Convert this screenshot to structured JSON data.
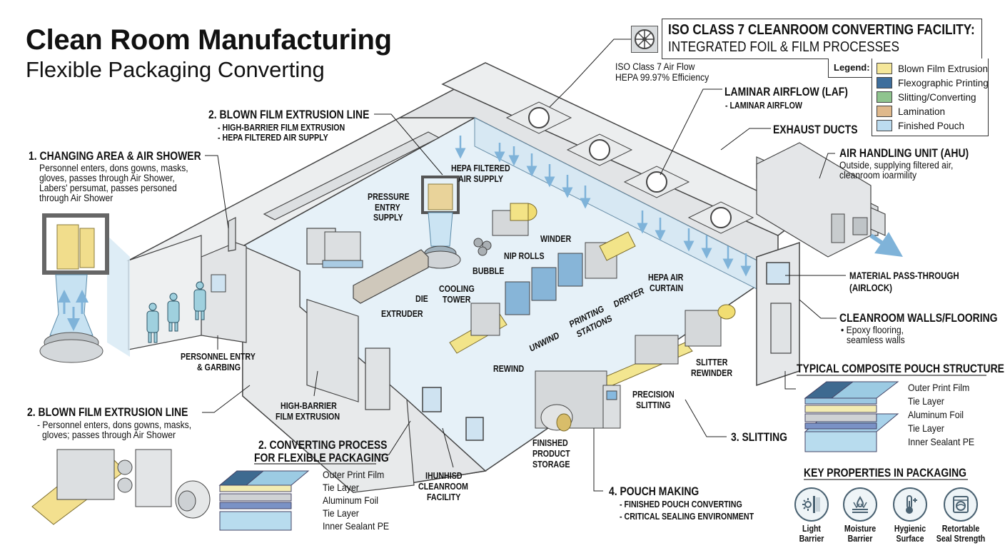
{
  "header": {
    "title": "Clean Room Manufacturing",
    "subtitle": "Flexible Packaging Converting",
    "facility_title_line1": "ISO CLASS 7 CLEANROOM CONVERTING FACILITY:",
    "facility_title_line2": "INTEGRATED FOIL & FILM PROCESSES",
    "facility_icon": "fan-icon"
  },
  "legend": {
    "label": "Legend:",
    "items": [
      {
        "label": "Blown Film Extrusion",
        "color": "#f5e79a"
      },
      {
        "label": "Flexographic Printing",
        "color": "#3e6e9c"
      },
      {
        "label": "Slitting/Converting",
        "color": "#8fc48e"
      },
      {
        "label": "Lamination",
        "color": "#dfb98c"
      },
      {
        "label": "Finished Pouch",
        "color": "#bcdcf0"
      }
    ]
  },
  "airflow_note": {
    "line1": "ISO Class 7 Air Flow",
    "line2": "HEPA 99.97% Efficiency"
  },
  "callouts": {
    "laf": {
      "title": "LAMINAR AIRFLOW (LAF)",
      "sub": "- LAMINAR AIRFLOW"
    },
    "exhaust": {
      "title": "EXHAUST DUCTS"
    },
    "ahu": {
      "title": "AIR HANDLING UNIT (AHU)",
      "line1": "Outside, supplying filtered air,",
      "line2": "cleanroom ioarmility"
    },
    "pass_through": {
      "line1": "MATERIAL PASS-THROUGH",
      "line2": "(AIRLOCK)"
    },
    "walls": {
      "title": "CLEANROOM WALLS/FLOORING",
      "line1": "• Epoxy flooring,",
      "line2": "seamless walls"
    },
    "blown_top": {
      "title": "2. BLOWN FILM EXTRUSION LINE",
      "line1": "- HIGH-BARRIER FILM EXTRUSION",
      "line2": "- HEPA FILTERED AIR SUPPLY"
    },
    "changing": {
      "title": "1. CHANGING AREA & AIR SHOWER",
      "line1": "Personnel enters, dons gowns, masks,",
      "line2": "gloves, passes through Air Shower,",
      "line3": "Labers' persumat, passes personed",
      "line4": "through Air Shower"
    },
    "blown_bottom": {
      "title": "2. BLOWN FILM EXTRUSION LINE",
      "line1": "- Personnel enters, dons gowns, masks,",
      "line2": "gloves; passes through Air Shower"
    },
    "converting": {
      "line1": "2. CONVERTING PROCESS",
      "line2": "FOR FLEXIBLE PACKAGING"
    },
    "slitting": {
      "title": "3. SLITTING"
    },
    "pouch": {
      "title": "4. POUCH MAKING",
      "line1": "- FINISHED POUCH CONVERTING",
      "line2": "- CRITICAL SEALING ENVIRONMENT"
    }
  },
  "inner_labels": {
    "hepa_supply": [
      "HEPA FILTERED",
      "AIR SUPPLY"
    ],
    "pressure": [
      "PRESSURE",
      "ENTRY",
      "SUPPLY"
    ],
    "winder": "WINDER",
    "nip_rolls": "NIP ROLLS",
    "bubble": "BUBBLE",
    "die": "DIE",
    "cooling": [
      "COOLING",
      "TOWER"
    ],
    "extruder": "EXTRUDER",
    "hepa_curtain": [
      "HEPA AIR",
      "CURTAIN"
    ],
    "dryer": "DRRYER",
    "printing": [
      "PRINTING",
      "STATIONS"
    ],
    "unwind": "UNWIND",
    "rewind": "REWIND",
    "slitter": [
      "SLITTER",
      "REWINDER"
    ],
    "precision": [
      "PRECISION",
      "SLITTING"
    ],
    "storage": [
      "FINISHED",
      "PRODUCT",
      "STORAGE"
    ],
    "finished_facility": [
      "IHUNHISD",
      "CLEANROOM",
      "FACILITY"
    ],
    "personnel": [
      "PERSONNEL ENTRY",
      "& GARBING"
    ],
    "high_barrier": [
      "HIGH-BARRIER",
      "FILM EXTRUSION"
    ]
  },
  "pouch_structure": {
    "title": "TYPICAL COMPOSITE POUCH STRUCTURE",
    "layers": [
      "Outer Print Film",
      "Tie Layer",
      "Aluminum Foil",
      "Tie Layer",
      "Inner Sealant PE"
    ]
  },
  "converting_layers": [
    "Outer Print Film",
    "Tie Layer",
    "Aluminum Foil",
    "Tie Layer",
    "Inner Sealant PE"
  ],
  "key_properties": {
    "title": "KEY PROPERTIES IN PACKAGING",
    "items": [
      {
        "line1": "Light",
        "line2": "Barrier",
        "icon": "sun-barrier-icon"
      },
      {
        "line1": "Moisture",
        "line2": "Barrier",
        "icon": "water-drop-icon"
      },
      {
        "line1": "Hygienic",
        "line2": "Surface",
        "icon": "thermometer-icon"
      },
      {
        "line1": "Retortable",
        "line2": "Seal Strength",
        "icon": "retort-machine-icon"
      }
    ]
  }
}
